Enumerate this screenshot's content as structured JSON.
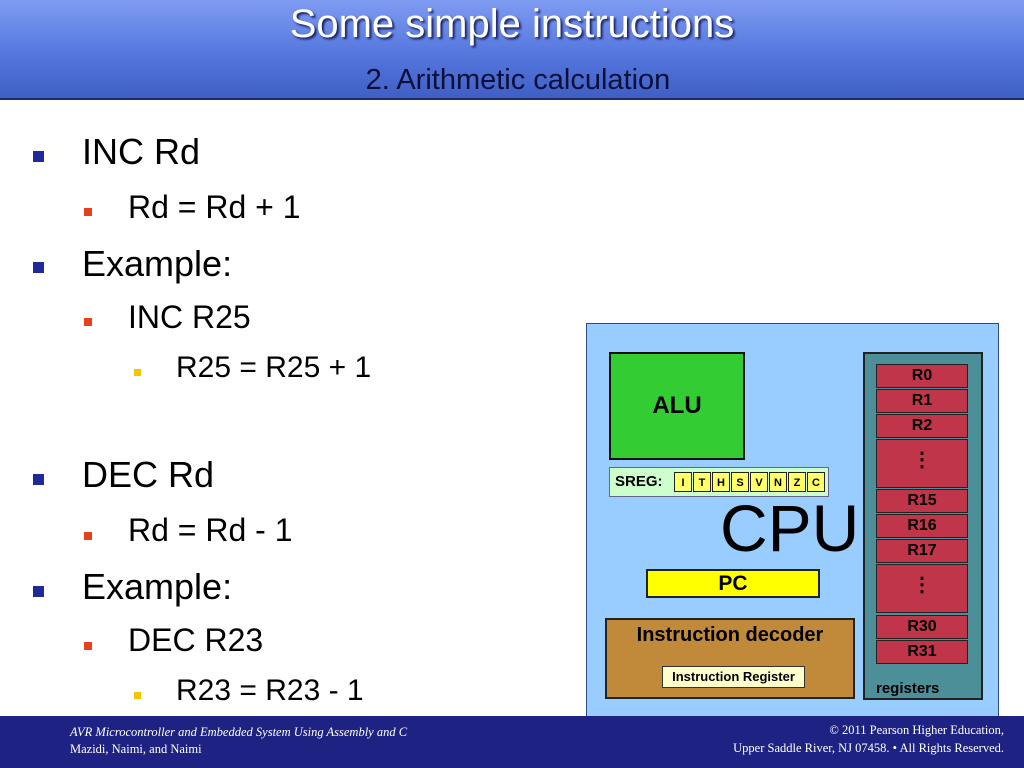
{
  "slide": {
    "title": "Some simple instructions",
    "subtitle": "2. Arithmetic calculation"
  },
  "bullets": [
    {
      "text": "INC Rd"
    },
    {
      "text": "Rd = Rd + 1"
    },
    {
      "text": "Example:"
    },
    {
      "text": "INC R25"
    },
    {
      "text": "R25 = R25 + 1"
    },
    {
      "text": "DEC Rd"
    },
    {
      "text": "Rd = Rd - 1"
    },
    {
      "text": "Example:"
    },
    {
      "text": "DEC R23"
    },
    {
      "text": "R23 = R23 - 1"
    }
  ],
  "diagram": {
    "alu": "ALU",
    "sreg_label": "SREG:",
    "flags": [
      "I",
      "T",
      "H",
      "S",
      "V",
      "N",
      "Z",
      "C"
    ],
    "cpu_label": "CPU",
    "pc": "PC",
    "decoder": "Instruction decoder",
    "instruction_register": "Instruction Register",
    "registers_label": "registers",
    "registers": [
      "R0",
      "R1",
      "R2",
      "⋮",
      "R15",
      "R16",
      "R17",
      "⋮",
      "R30",
      "R31"
    ]
  },
  "footer": {
    "left_line1": "AVR Microcontroller and Embedded System Using Assembly and C",
    "left_line2": "Mazidi, Naimi, and Naimi",
    "right_line1": "© 2011   Pearson Higher Education,",
    "right_line2": "Upper Saddle River, NJ 07458. • All Rights Reserved."
  },
  "colors": {
    "header": "#5577de",
    "footer": "#1e2383",
    "alu": "#33cc33",
    "pc": "#ffff00",
    "register": "#c0354a",
    "cpu_bg": "#99ccff"
  }
}
